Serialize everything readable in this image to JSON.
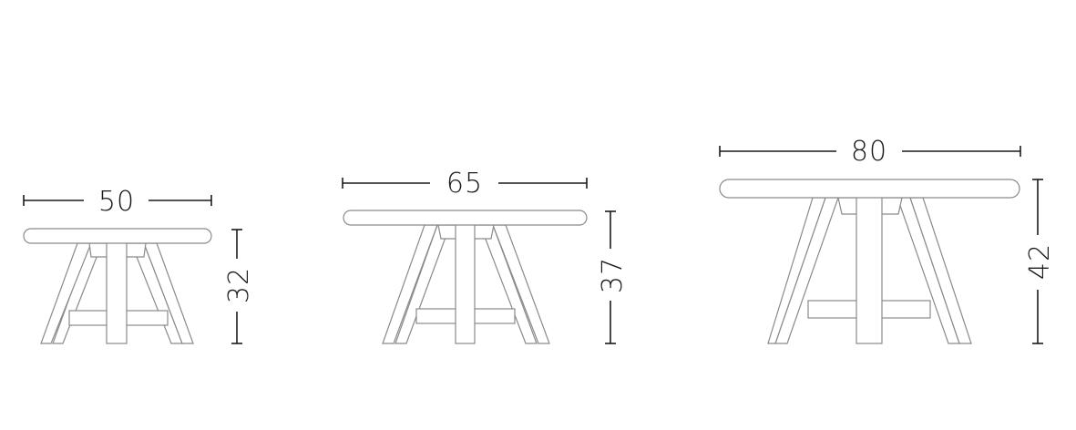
{
  "colors": {
    "outline": "#8a8a8a",
    "dimension": "#1a1a1a",
    "background": "#ffffff"
  },
  "tables": [
    {
      "width_label": "50",
      "height_label": "32"
    },
    {
      "width_label": "65",
      "height_label": "37"
    },
    {
      "width_label": "80",
      "height_label": "42"
    }
  ]
}
